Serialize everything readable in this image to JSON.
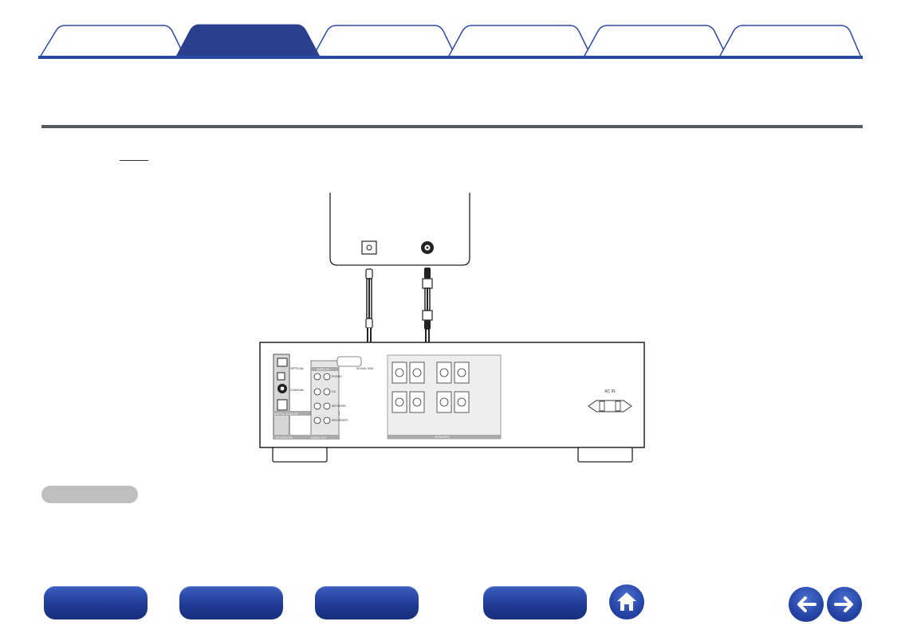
{
  "tabs": [
    {
      "label": "",
      "active": false
    },
    {
      "label": "",
      "active": true
    },
    {
      "label": "",
      "active": false
    },
    {
      "label": "",
      "active": false
    },
    {
      "label": "",
      "active": false
    },
    {
      "label": "",
      "active": false
    }
  ],
  "diagram": {
    "source_device": {
      "label": ""
    },
    "amplifier": {
      "ac_inlet_label": "AC IN",
      "panel_labels": [
        "OPTICAL",
        "COAXIAL",
        "DIGITAL AUDIO IN",
        "AUDIO IN",
        "PHONO",
        "CD",
        "NETWORK",
        "RECORDER",
        "SPEAKERS",
        "IR CONTROL",
        "AUDIO OUT",
        "SIGNAL GND"
      ]
    }
  },
  "note": {
    "label": ""
  },
  "nav": {
    "buttons": [
      "",
      "",
      "",
      ""
    ]
  },
  "colors": {
    "accent": "#2b4aa8",
    "tab_active": "#2b3f8f",
    "rule": "#555b61"
  },
  "icons": {
    "home": "home-icon",
    "back": "arrow-left-icon",
    "forward": "arrow-right-icon"
  }
}
